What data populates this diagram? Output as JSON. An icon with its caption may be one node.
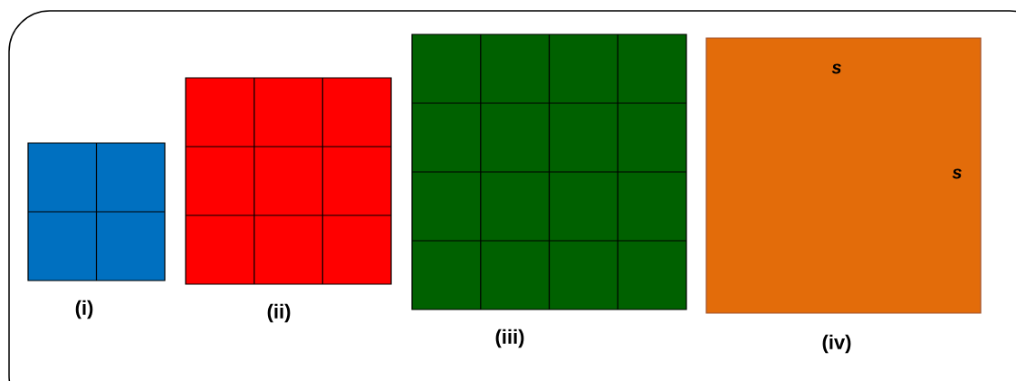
{
  "diagram": {
    "nodes": [
      {
        "text": [
          "(i)"
        ]
      },
      {
        "text": [
          "(ii)"
        ]
      },
      {
        "text": [
          "(iii)"
        ]
      },
      {
        "text": [
          "(iv)"
        ]
      }
    ],
    "labels": [
      "s",
      "s"
    ]
  }
}
